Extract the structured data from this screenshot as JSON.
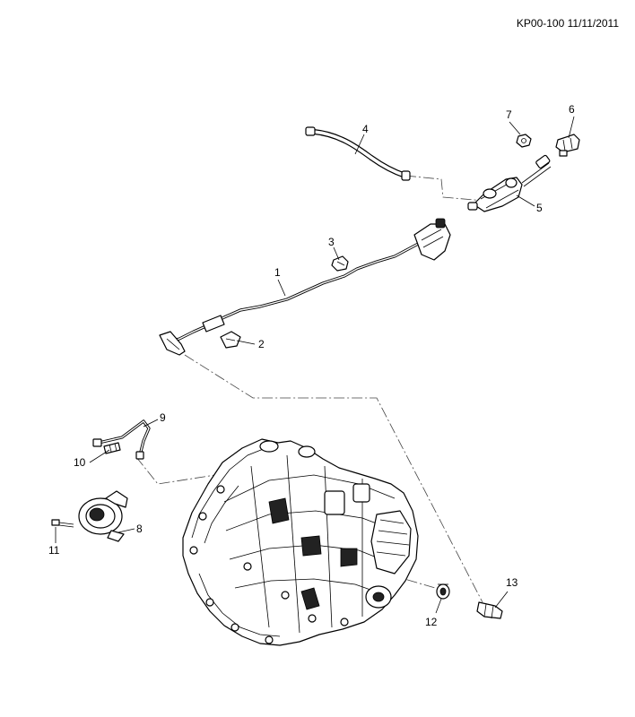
{
  "header": {
    "reference": "KP00-100 11/11/2011"
  },
  "callouts": [
    "1",
    "2",
    "3",
    "4",
    "5",
    "6",
    "7",
    "8",
    "9",
    "10",
    "11",
    "12",
    "13"
  ]
}
